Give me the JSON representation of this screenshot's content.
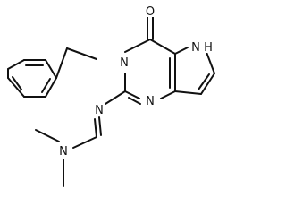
{
  "structure": {
    "atoms": [
      {
        "id": "carbonyl-oxygen",
        "label": "O"
      },
      {
        "id": "pyrrole-nh",
        "label": "N"
      },
      {
        "id": "pyrrole-nh-hydrogen",
        "label": "H"
      },
      {
        "id": "benzyl-nitrogen",
        "label": "N"
      },
      {
        "id": "ring-nitrogen",
        "label": "N"
      },
      {
        "id": "imine-nitrogen",
        "label": "N"
      },
      {
        "id": "dimethylamino-nitrogen",
        "label": "N"
      }
    ]
  }
}
